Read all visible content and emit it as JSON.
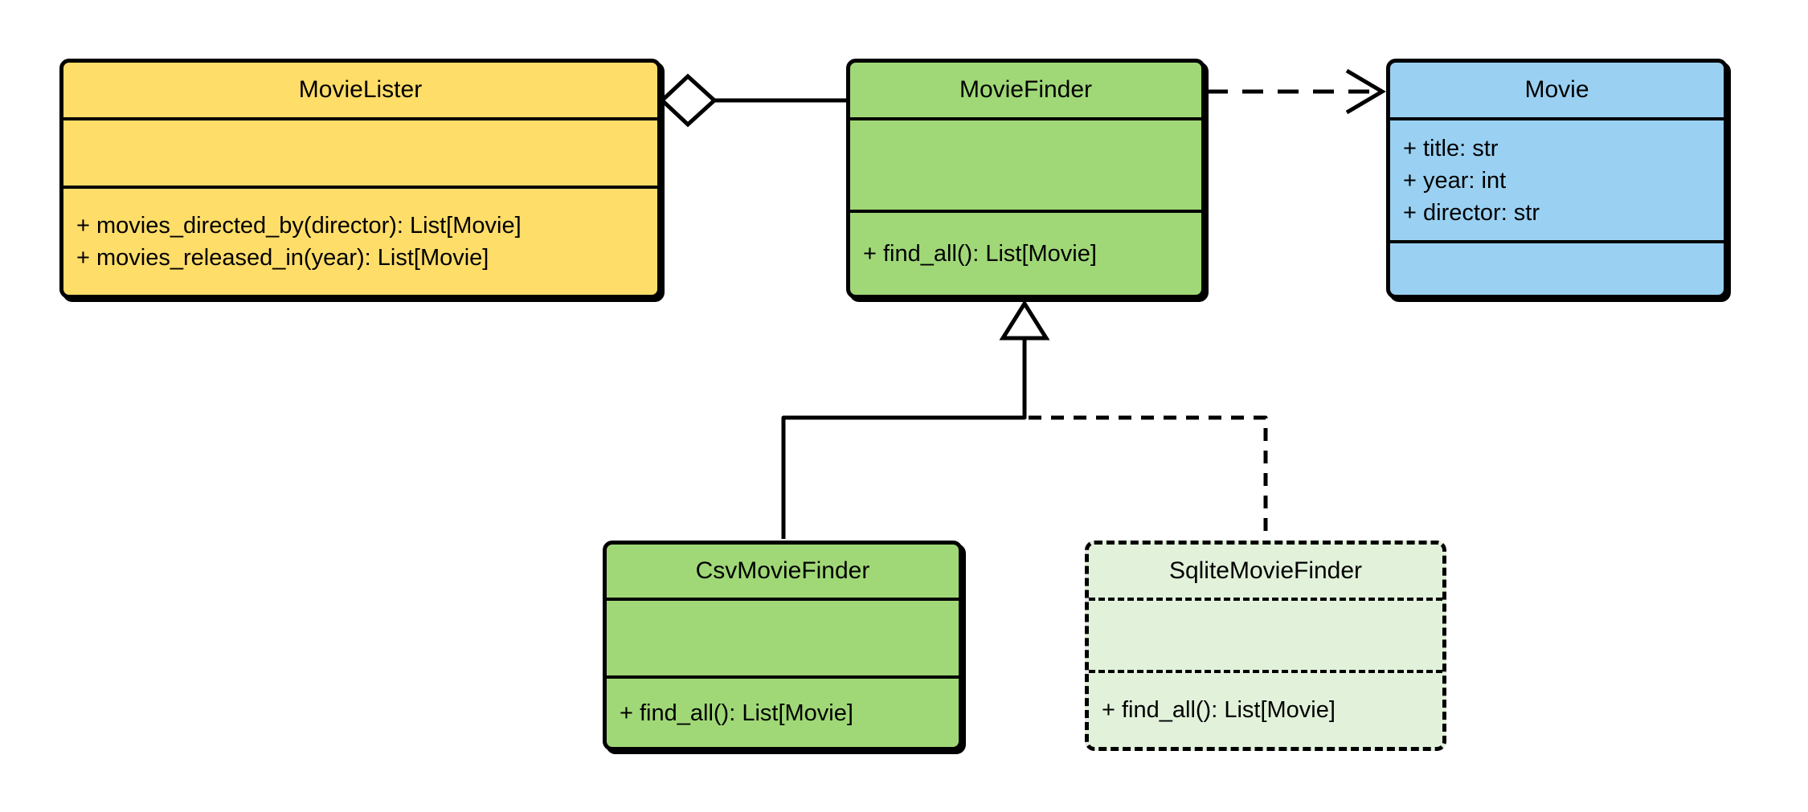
{
  "diagram": {
    "type": "uml-class-diagram",
    "classes": [
      {
        "name": "MovieLister",
        "attributes": [],
        "methods": [
          "+ movies_directed_by(director): List[Movie]",
          "+ movies_released_in(year): List[Movie]"
        ],
        "fill": "#FFDD69",
        "border_style": "solid"
      },
      {
        "name": "MovieFinder",
        "attributes": [],
        "methods": [
          "+ find_all(): List[Movie]"
        ],
        "fill": "#A0D877",
        "border_style": "solid"
      },
      {
        "name": "Movie",
        "attributes": [
          "+ title: str",
          "+ year: int",
          "+ director: str"
        ],
        "methods": [],
        "fill": "#9AD1F2",
        "border_style": "solid"
      },
      {
        "name": "CsvMovieFinder",
        "attributes": [],
        "methods": [
          "+ find_all(): List[Movie]"
        ],
        "fill": "#A0D877",
        "border_style": "solid"
      },
      {
        "name": "SqliteMovieFinder",
        "attributes": [],
        "methods": [
          "+ find_all(): List[Movie]"
        ],
        "fill": "#E2F1DA",
        "border_style": "dashed"
      }
    ],
    "relationships": [
      {
        "type": "aggregation",
        "from": "MovieLister",
        "to": "MovieFinder",
        "line": "solid",
        "marker": "open-diamond"
      },
      {
        "type": "dependency",
        "from": "MovieFinder",
        "to": "Movie",
        "line": "dashed",
        "marker": "open-arrowhead"
      },
      {
        "type": "inheritance",
        "from": "CsvMovieFinder",
        "to": "MovieFinder",
        "line": "solid",
        "marker": "hollow-triangle"
      },
      {
        "type": "inheritance",
        "from": "SqliteMovieFinder",
        "to": "MovieFinder",
        "line": "dashed",
        "marker": "hollow-triangle"
      }
    ],
    "colors": {
      "background": "#FFFFFF",
      "stroke": "#000000",
      "yellow": "#FFDD69",
      "green": "#A0D877",
      "blue": "#9AD1F2",
      "pale_green": "#E2F1DA"
    }
  }
}
